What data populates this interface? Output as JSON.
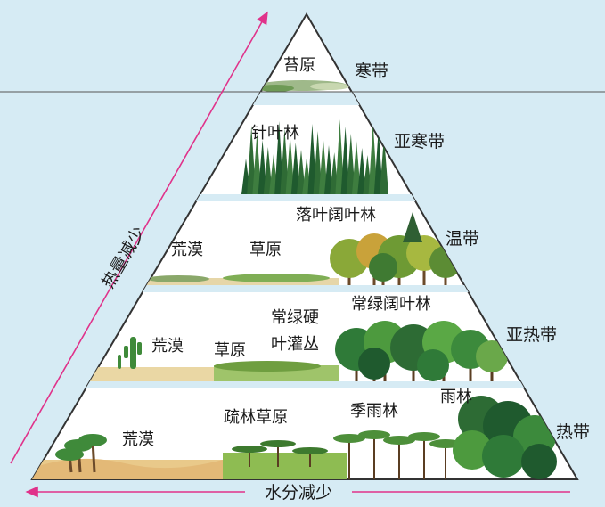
{
  "axes": {
    "heat": "热量减少",
    "water": "水分减少"
  },
  "zones": {
    "cold": "寒带",
    "subcold": "亚寒带",
    "temperate": "温带",
    "subtropical": "亚热带",
    "tropical": "热带"
  },
  "vegetation": {
    "tundra": "苔原",
    "coniferous": "针叶林",
    "deciduous": "落叶阔叶林",
    "temperate_desert": "荒漠",
    "temperate_grassland": "草原",
    "evergreen": "常绿阔叶林",
    "sclerophyll_line1": "常绿硬",
    "sclerophyll_line2": "叶灌丛",
    "subtropical_desert": "荒漠",
    "subtropical_grassland": "草原",
    "savanna": "疏林草原",
    "monsoon": "季雨林",
    "rainforest": "雨林",
    "tropical_desert": "荒漠"
  },
  "colors": {
    "background": "#d6ebf4",
    "band_fill": "#ffffff",
    "band_border": "#333333",
    "axis_arrow": "#e0328a",
    "forest_dark": "#2f6b35",
    "forest_light": "#8ec03f",
    "sand": "#e9c98a"
  }
}
